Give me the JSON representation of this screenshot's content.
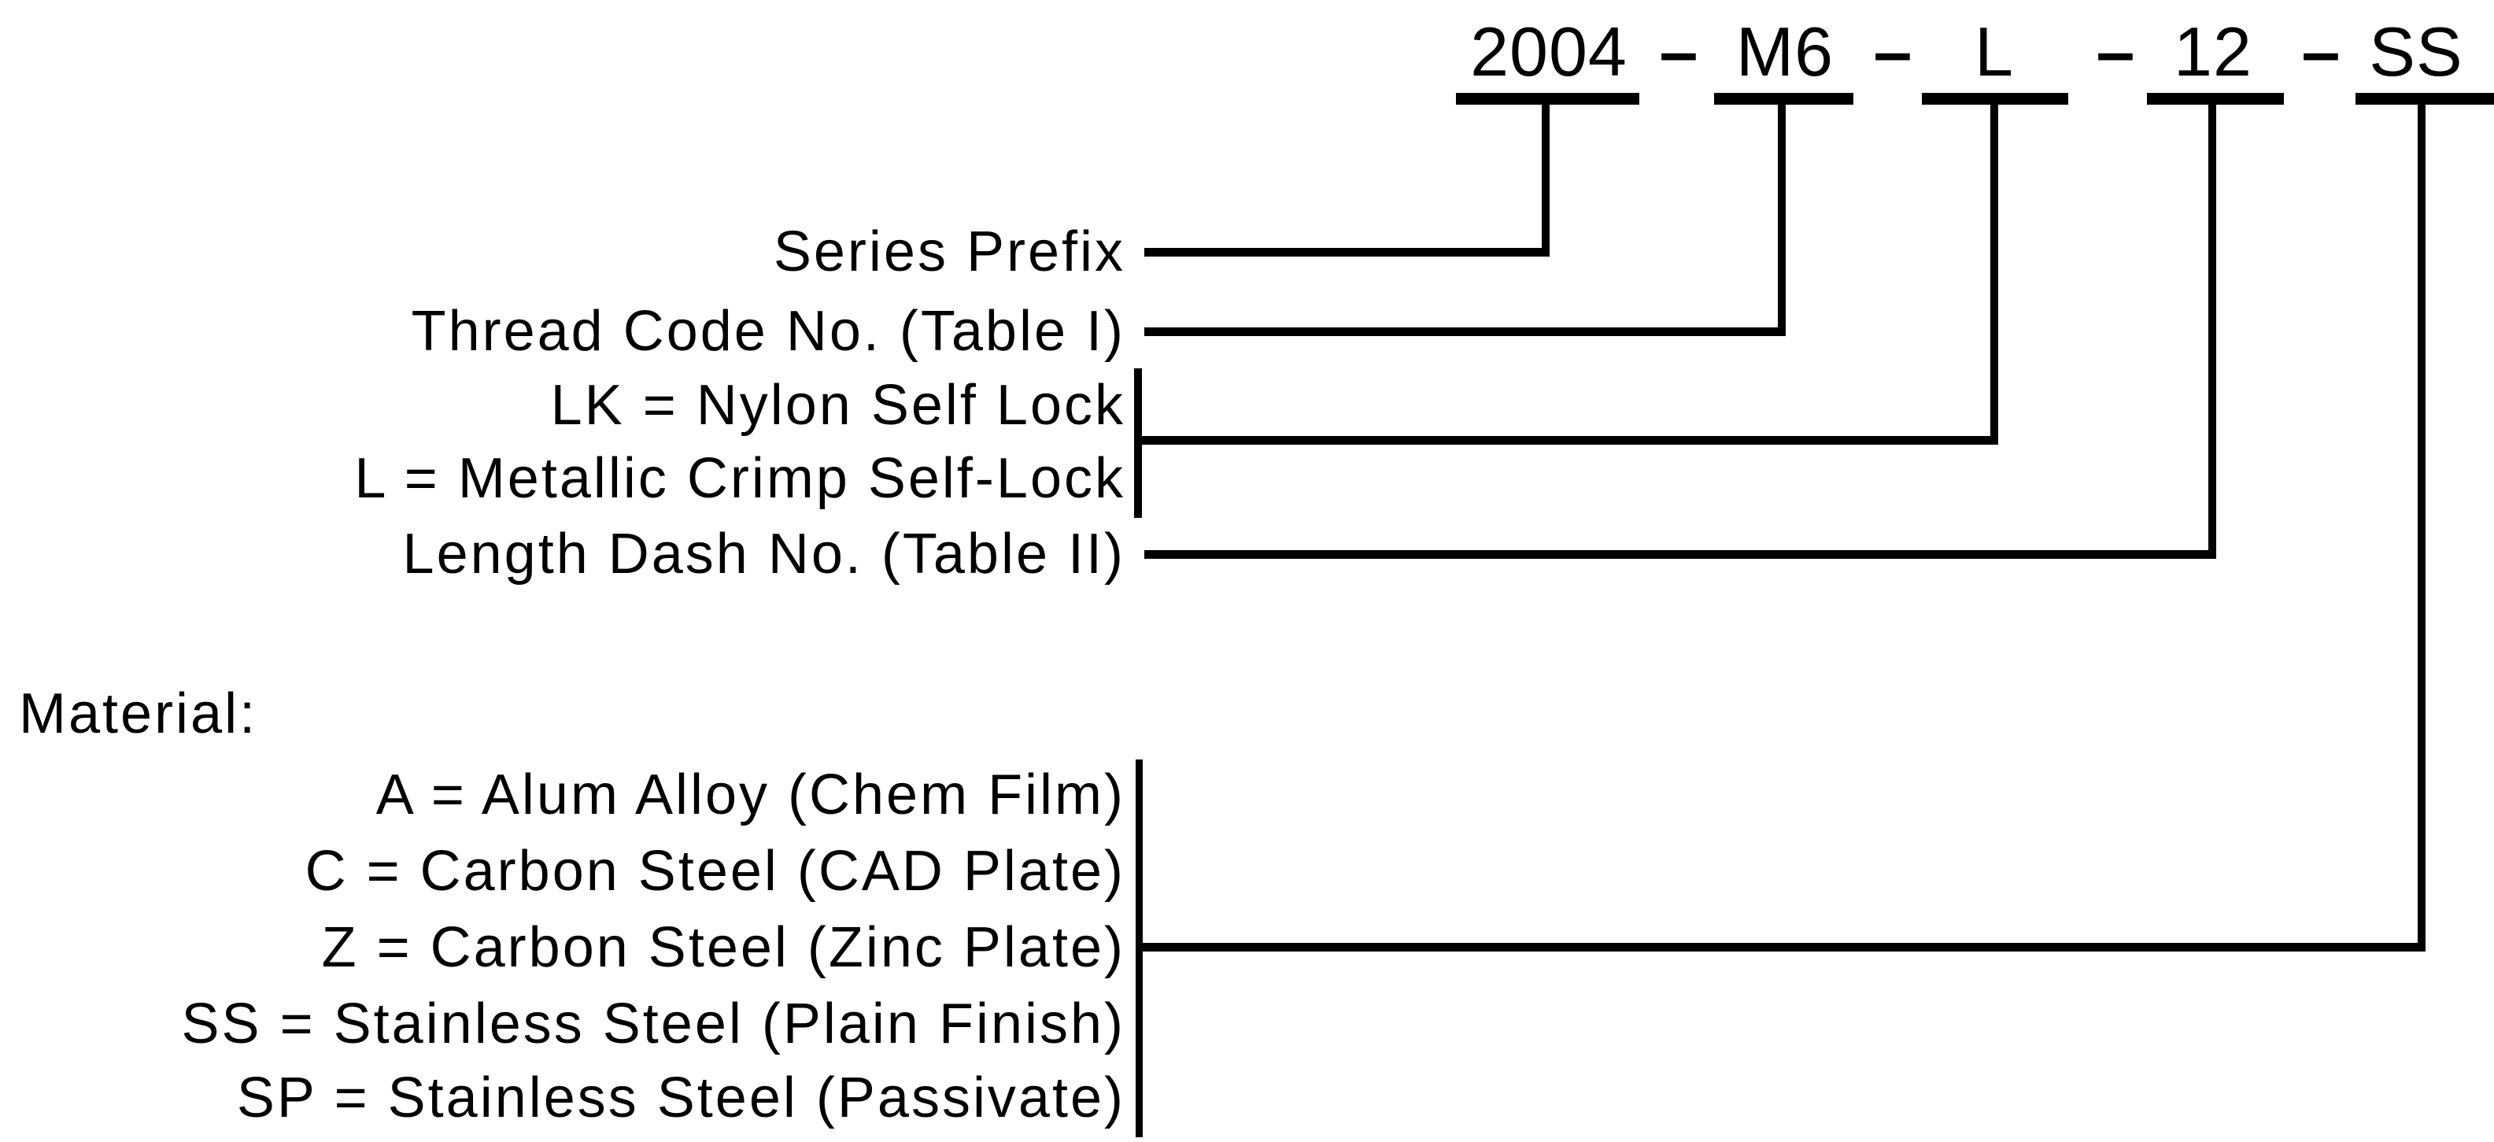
{
  "part_number": {
    "segments": [
      "2004",
      "M6",
      "L",
      "12",
      "SS"
    ],
    "separator": "–"
  },
  "callouts": {
    "series_prefix": "Series Prefix",
    "thread_code": "Thread Code No. (Table I)",
    "lock_nylon": "LK = Nylon Self Lock",
    "lock_metallic": "L = Metallic Crimp Self-Lock",
    "length_dash": "Length Dash No. (Table II)"
  },
  "material": {
    "heading": "Material:",
    "items": [
      "A = Alum Alloy (Chem Film)",
      "C = Carbon Steel (CAD Plate)",
      "Z = Carbon Steel (Zinc Plate)",
      "SS = Stainless Steel (Plain Finish)",
      "SP = Stainless Steel (Passivate)"
    ]
  },
  "colors": {
    "ink": "#000000",
    "background": "#ffffff"
  }
}
